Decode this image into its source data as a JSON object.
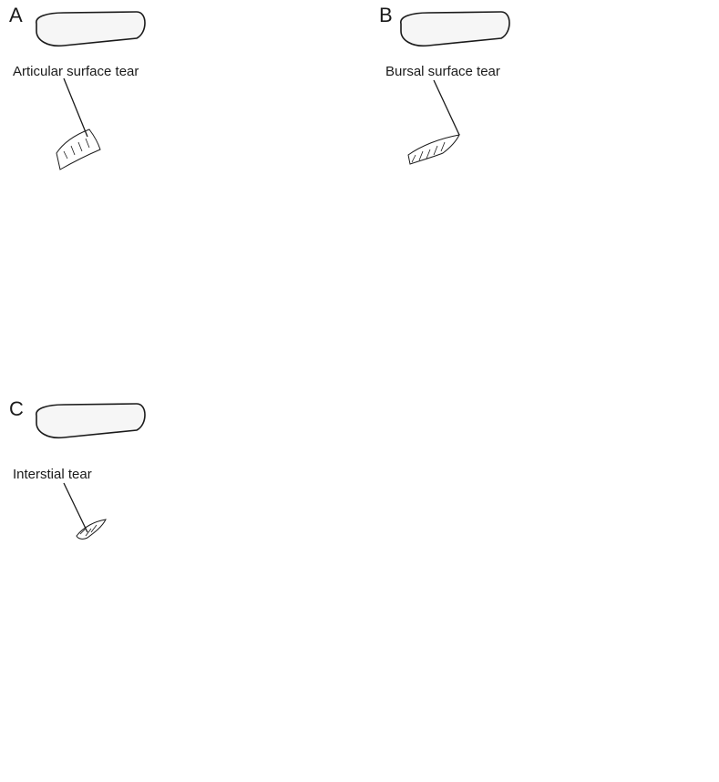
{
  "panels": [
    {
      "letter": "A",
      "label": "Articular surface tear",
      "tear_type": "articular"
    },
    {
      "letter": "B",
      "label": "Bursal surface tear",
      "tear_type": "bursal"
    },
    {
      "letter": "C",
      "label": "Interstial tear",
      "tear_type": "interstitial"
    }
  ],
  "colors": {
    "ink": "#1a1a1a",
    "bone_fill": "#f4f4f4",
    "cartilage_gray": "#7a7a7a",
    "tendon_dark": "#6e6e6e",
    "tendon_light": "#c9c9c9"
  }
}
